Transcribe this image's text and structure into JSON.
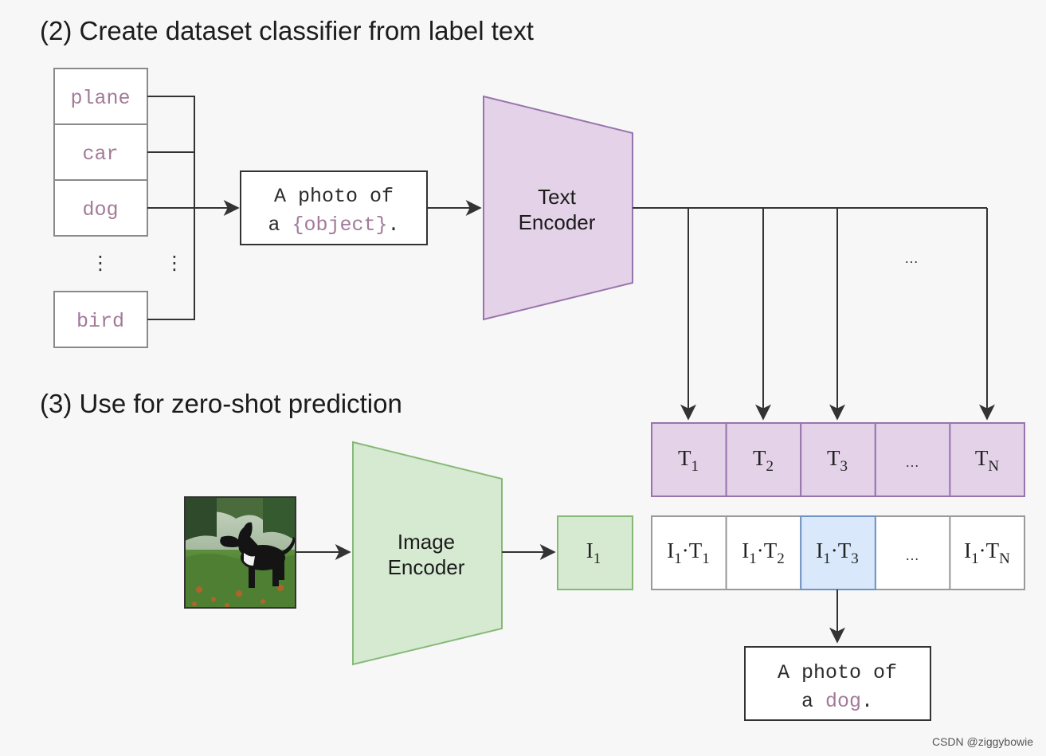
{
  "section2": {
    "heading": "(2) Create dataset classifier from label text"
  },
  "section3": {
    "heading": "(3) Use for zero-shot prediction"
  },
  "labels": [
    "plane",
    "car",
    "dog",
    "bird"
  ],
  "ellipsis_vertical": "⋮",
  "template": {
    "line1": "A photo of",
    "line2_prefix": "a ",
    "placeholder": "{object}",
    "line2_suffix": "."
  },
  "text_encoder": {
    "line1": "Text",
    "line2": "Encoder"
  },
  "image_encoder": {
    "line1": "Image",
    "line2": "Encoder"
  },
  "text_embeddings": [
    {
      "base": "T",
      "sub": "1"
    },
    {
      "base": "T",
      "sub": "2"
    },
    {
      "base": "T",
      "sub": "3"
    },
    {
      "base": "…",
      "sub": ""
    },
    {
      "base": "T",
      "sub": "N"
    }
  ],
  "arrow_ellipsis": "…",
  "image_embedding": {
    "base": "I",
    "sub": "1"
  },
  "similarities": [
    {
      "a": "I",
      "as": "1",
      "b": "T",
      "bs": "1"
    },
    {
      "a": "I",
      "as": "1",
      "b": "T",
      "bs": "2"
    },
    {
      "a": "I",
      "as": "1",
      "b": "T",
      "bs": "3"
    },
    {
      "a": "…",
      "as": "",
      "b": "",
      "bs": ""
    },
    {
      "a": "I",
      "as": "1",
      "b": "T",
      "bs": "N"
    }
  ],
  "highlight_index": 2,
  "prediction": {
    "line1": "A photo of",
    "line2_prefix": "a ",
    "word": "dog",
    "line2_suffix": "."
  },
  "watermark": "CSDN @ziggybowie",
  "colors": {
    "text_encoder_fill": "#e3d2e8",
    "text_encoder_stroke": "#9874ad",
    "image_encoder_fill": "#d6ead2",
    "image_encoder_stroke": "#86b978",
    "highlight_fill": "#d9e8fb",
    "highlight_stroke": "#6f93c6",
    "label_text": "#a27a98"
  }
}
